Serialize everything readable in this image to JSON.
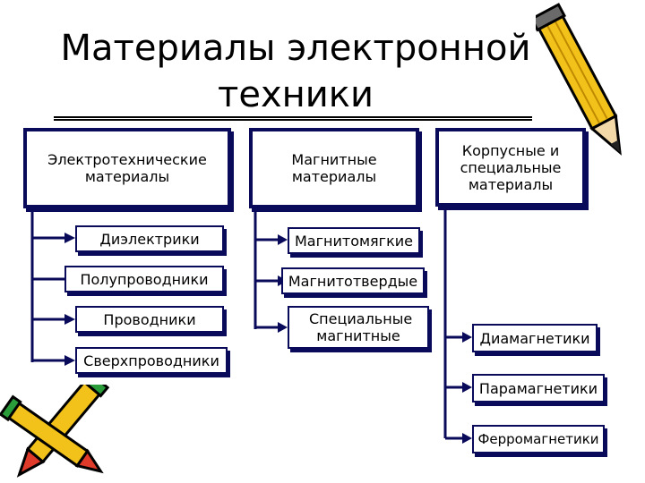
{
  "title": "Материалы электронной техники",
  "categories": {
    "electro": {
      "label": "Электротехнические материалы",
      "children": [
        "Диэлектрики",
        "Полупроводники",
        "Проводники",
        "Сверхпроводники"
      ]
    },
    "magnetic": {
      "label": "Магнитные материалы",
      "children": [
        "Магнитомягкие",
        "Магнитотвердые",
        "Специальные магнитные"
      ]
    },
    "special": {
      "label": "Корпусные и специальные материалы",
      "children": [
        "Диамагнетики",
        "Парамагнетики",
        "Ферромагнетики"
      ]
    }
  },
  "colors": {
    "box_border": "#0a0a5a",
    "pencil_body": "#f2c21b",
    "pencil_tip": "#e03a2a",
    "pencil_cap": "#2a9d3a"
  },
  "icons": [
    "pencil-icon-top-right",
    "pencil-icon-bottom-left"
  ]
}
